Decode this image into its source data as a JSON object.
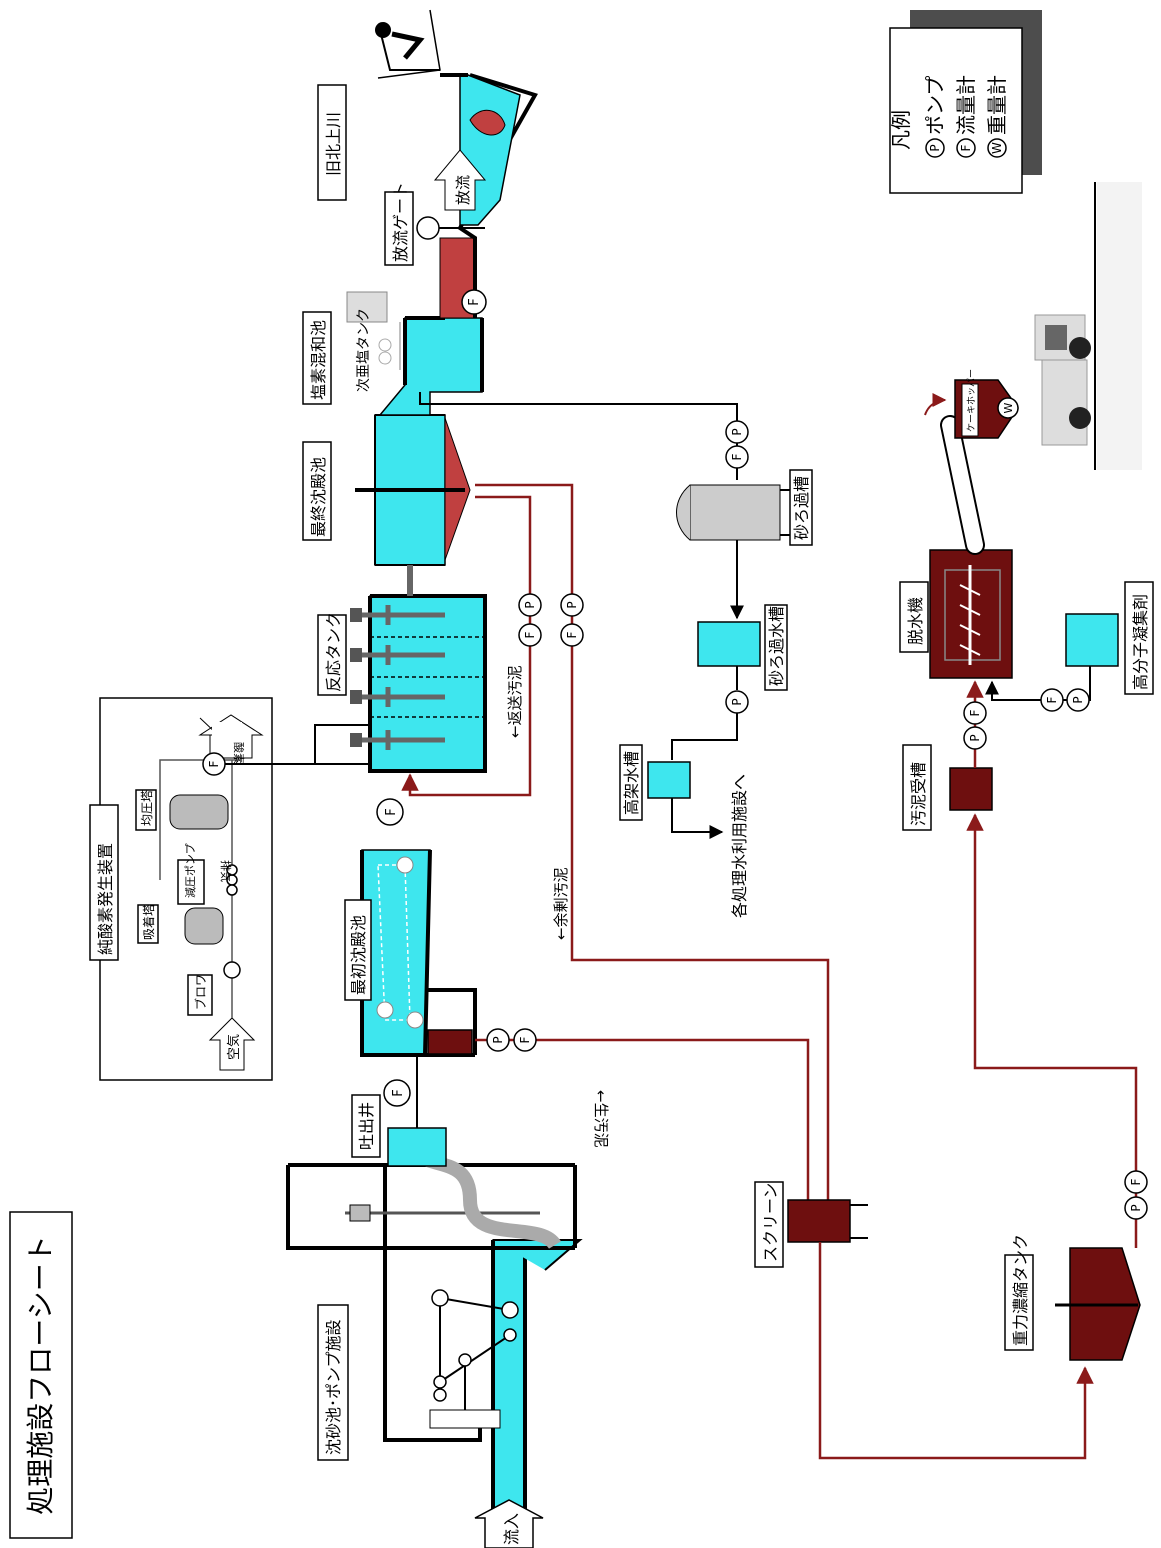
{
  "title": "処理施設フローシート",
  "legend": {
    "title": "凡例",
    "items": [
      {
        "symbol": "P",
        "label": "ポンプ"
      },
      {
        "symbol": "F",
        "label": "流量計"
      },
      {
        "symbol": "W",
        "label": "重量計"
      }
    ]
  },
  "meter_symbols": {
    "pump": "P",
    "flow": "F",
    "weight": "W"
  },
  "labels": {
    "grit_pump": "沈砂池･ポンプ施設",
    "inflow": "流入",
    "discharge_well": "吐出井",
    "primary": "最初沈殿池",
    "oxygen_plant": "純酸素発生装置",
    "air": "空気",
    "blower": "ブロワ",
    "adsorber": "吸着塔",
    "vacuum_pump": "減圧ポンプ",
    "exhaust": "排気",
    "equalizer": "均圧塔",
    "oxygen": "酸素",
    "reaction": "反応タンク",
    "return_sludge": "←返送汚泥",
    "excess_sludge": "←余剰汚泥",
    "raw_sludge": "←生汚泥",
    "final": "最終沈殿池",
    "chlorine_mix": "塩素混和池",
    "hypochlorite": "次亜塩タンク",
    "outflow_gate": "放流ゲート",
    "outflow": "放流",
    "river": "旧北上川",
    "sand_filter": "砂ろ過槽",
    "filtered_tank": "砂ろ過水槽",
    "elevated_tank": "高架水槽",
    "reuse": "各処理水利用施設へ",
    "screen": "スクリーン",
    "thickener": "重力濃縮タンク",
    "sludge_receiver": "汚泥受槽",
    "dehydrator": "脱水機",
    "polymer": "高分子凝集剤",
    "cake_hopper": "ケーキホッパー"
  }
}
